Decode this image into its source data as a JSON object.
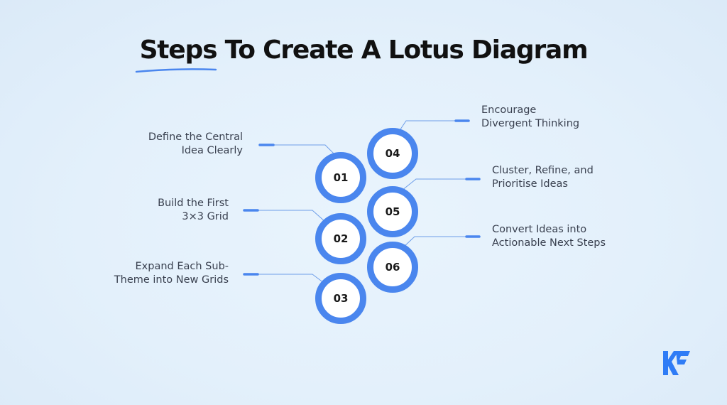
{
  "title": "Steps To Create A Lotus Diagram",
  "colors": {
    "accent": "#4a86ee",
    "text": "#3a4150",
    "title": "#111111"
  },
  "steps": [
    {
      "number": "01",
      "label_lines": [
        "Define the Central",
        "Idea Clearly"
      ]
    },
    {
      "number": "02",
      "label_lines": [
        "Build the First",
        "3×3 Grid"
      ]
    },
    {
      "number": "03",
      "label_lines": [
        "Expand Each Sub-",
        "Theme into New Grids"
      ]
    },
    {
      "number": "04",
      "label_lines": [
        "Encourage",
        "Divergent Thinking"
      ]
    },
    {
      "number": "05",
      "label_lines": [
        "Cluster, Refine, and",
        "Prioritise Ideas"
      ]
    },
    {
      "number": "06",
      "label_lines": [
        "Convert Ideas into",
        "Actionable Next Steps"
      ]
    }
  ],
  "logo": {
    "icon": "kf-logo-icon"
  }
}
